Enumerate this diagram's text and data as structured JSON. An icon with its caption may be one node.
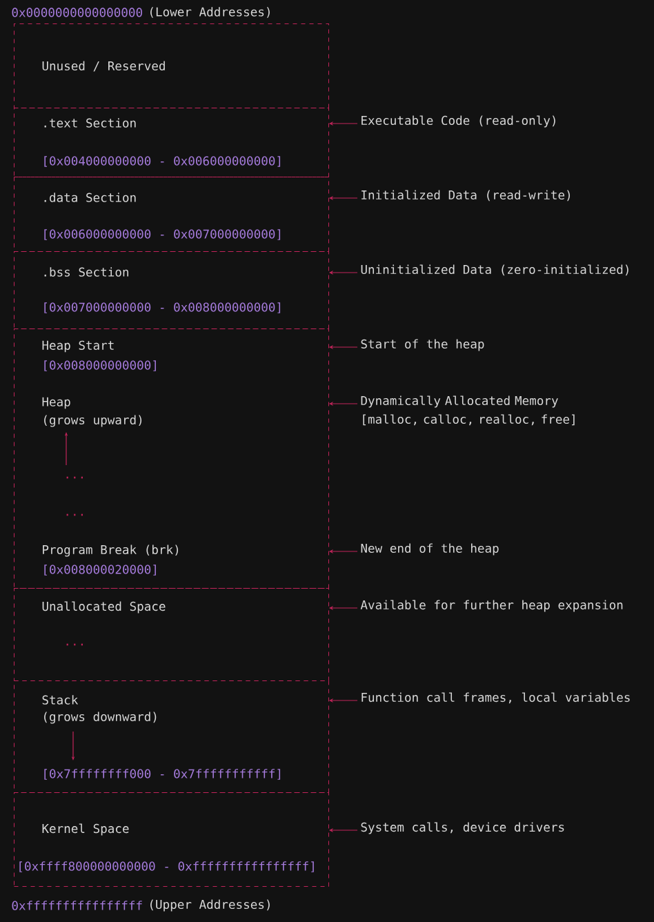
{
  "diagram": {
    "nodes": [
      {
        "text": [
          "Unused / Reserved"
        ]
      },
      {
        "text": [
          ".text Section",
          "[0x004000000000 - 0x006000000000]"
        ]
      },
      {
        "text": [
          ".data Section",
          "[0x006000000000 - 0x007000000000]"
        ]
      },
      {
        "text": [
          ".bss Section",
          "[0x007000000000 - 0x008000000000]"
        ]
      },
      {
        "text": [
          "Heap Start",
          "[0x008000000000]",
          "Heap",
          "(grows upward)",
          "...",
          "...",
          "Program Break (brk)",
          "[0x008000020000]"
        ]
      },
      {
        "text": [
          "Unallocated Space",
          "..."
        ]
      },
      {
        "text": [
          "Stack",
          "(grows downward)",
          "[0x7ffffffff000 - 0x7fffffffffff]"
        ]
      },
      {
        "text": [
          "Kernel Space",
          "[0xffff800000000000 - 0xffffffffffffffff]"
        ]
      },
      {
        "text": [
          "Executable Code (read-only)"
        ]
      },
      {
        "text": [
          "Initialized Data (read-write)"
        ]
      },
      {
        "text": [
          "Uninitialized Data (zero-initialized)"
        ]
      },
      {
        "text": [
          "Start of the heap"
        ]
      },
      {
        "text": [
          "Dynamically Allocated Memory [malloc, calloc, realloc, free]"
        ]
      },
      {
        "text": [
          "New end of the heap"
        ]
      },
      {
        "text": [
          "Available for further heap expansion"
        ]
      },
      {
        "text": [
          "Function call frames, local variables"
        ]
      },
      {
        "text": [
          "System calls, device drivers"
        ]
      }
    ],
    "edges": [
      {
        "from": 8,
        "to": 1,
        "arrow": "to"
      },
      {
        "from": 9,
        "to": 2,
        "arrow": "to"
      },
      {
        "from": 10,
        "to": 3,
        "arrow": "to"
      },
      {
        "from": 11,
        "to": 4,
        "arrow": "to"
      },
      {
        "from": 12,
        "to": 4,
        "arrow": "to"
      },
      {
        "from": 13,
        "to": 4,
        "arrow": "to"
      },
      {
        "from": 14,
        "to": 5,
        "arrow": "to"
      },
      {
        "from": 15,
        "to": 6,
        "arrow": "to"
      },
      {
        "from": 16,
        "to": 7,
        "arrow": "to"
      }
    ],
    "labels": [
      "0x0000000000000000",
      "(Lower Addresses)",
      "0xffffffffffffffff",
      "(Upper Addresses)"
    ]
  }
}
